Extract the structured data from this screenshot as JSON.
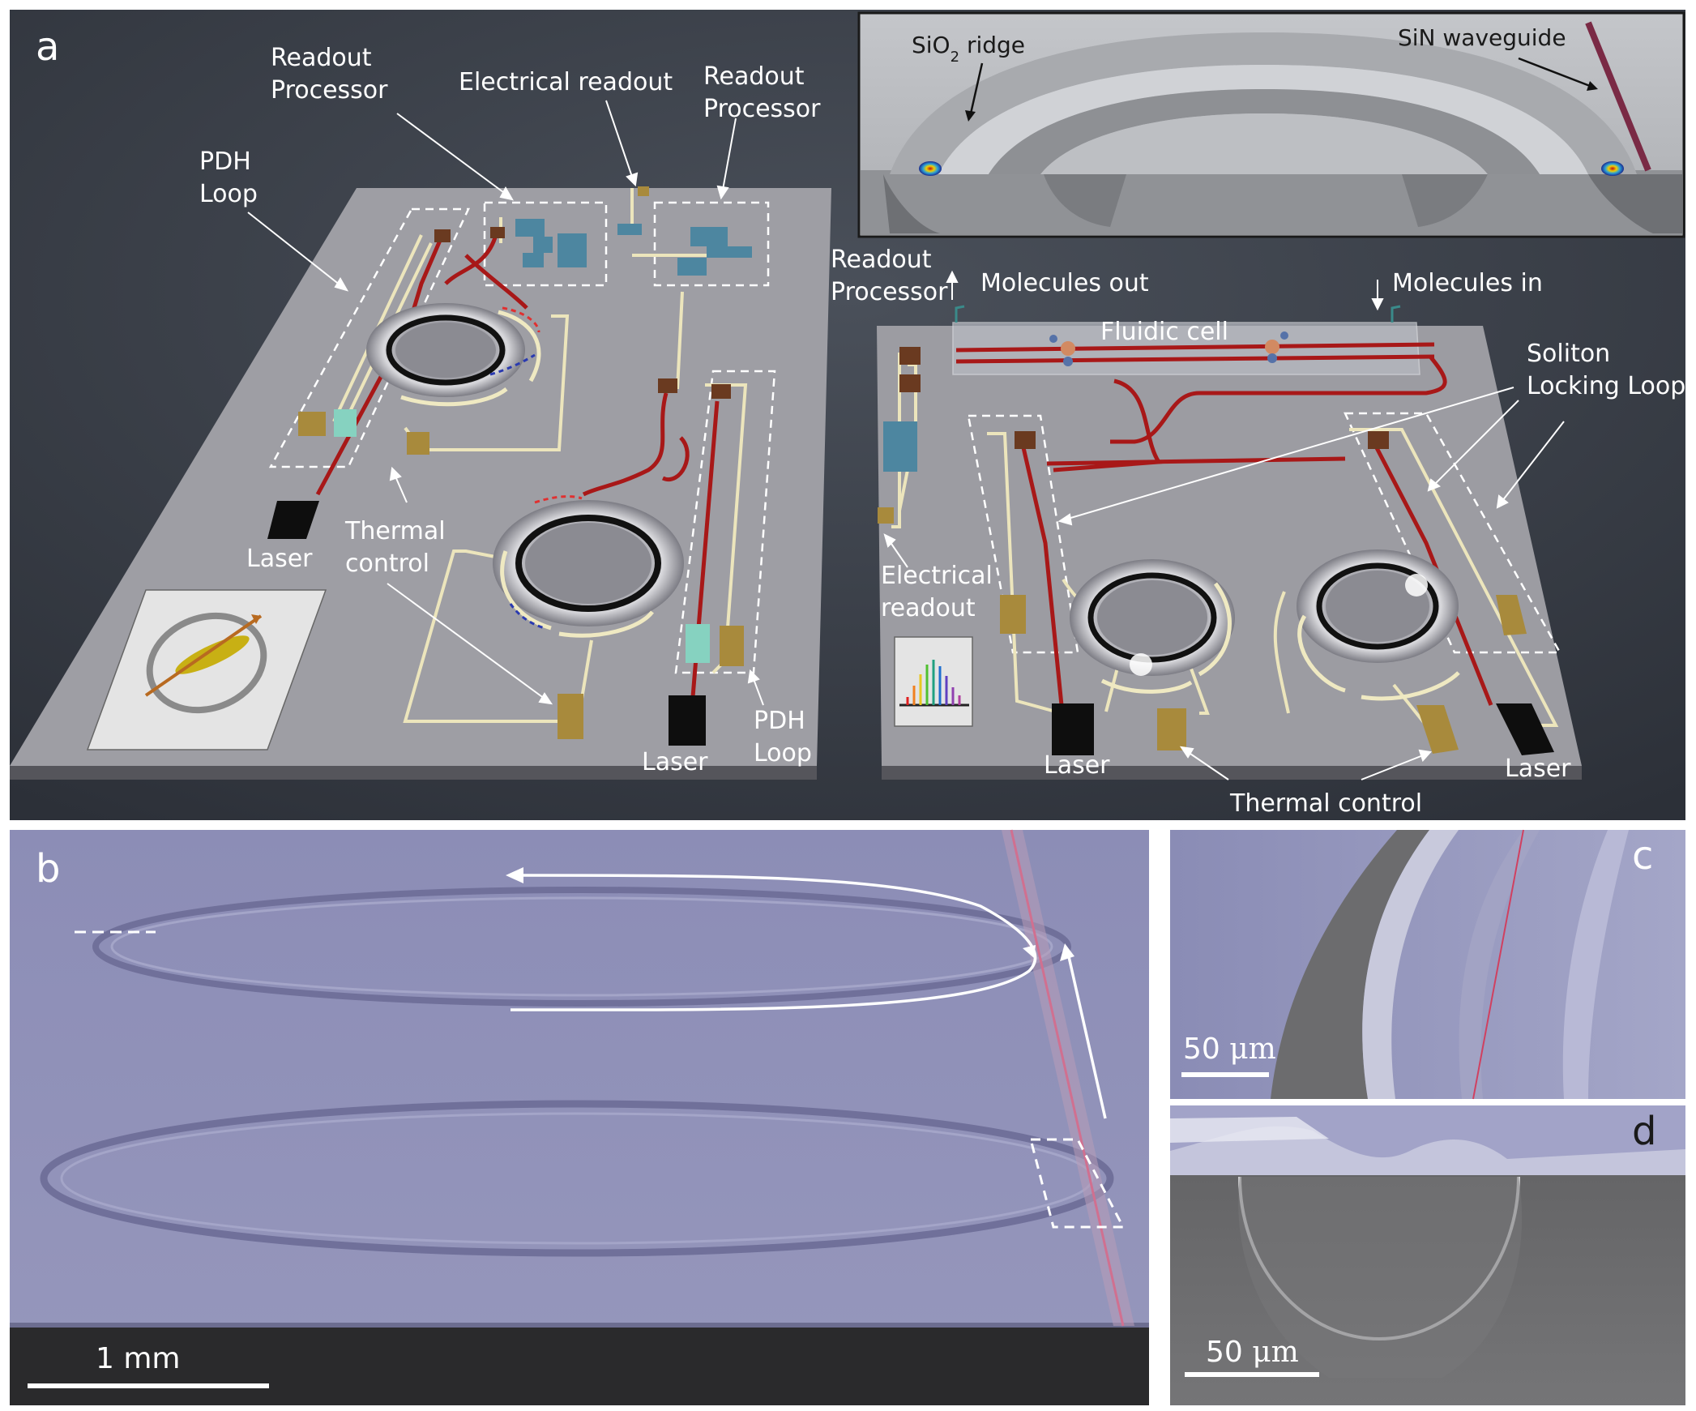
{
  "panels": {
    "a": "a",
    "b": "b",
    "c": "c",
    "d": "d"
  },
  "panel_a": {
    "left_board": {
      "pdh_loop_top_1": "PDH",
      "pdh_loop_top_2": "Loop",
      "readout_processor_left_1": "Readout",
      "readout_processor_left_2": "Processor",
      "electrical_readout": "Electrical readout",
      "readout_processor_right_1": "Readout",
      "readout_processor_right_2": "Processor",
      "laser_left": "Laser",
      "thermal_control_1": "Thermal",
      "thermal_control_2": "control",
      "laser_bottom": "Laser",
      "pdh_loop_bottom_1": "PDH",
      "pdh_loop_bottom_2": "Loop"
    },
    "inset": {
      "sio2_ridge_prefix": "SiO",
      "sio2_ridge_sub": "2",
      "sio2_ridge_suffix": " ridge",
      "sin_waveguide": "SiN waveguide"
    },
    "right_board": {
      "readout_processor_1": "Readout",
      "readout_processor_2": "Processor",
      "molecules_out": "Molecules out",
      "molecules_in": "Molecules in",
      "fluidic_cell": "Fluidic cell",
      "soliton_locking_1": "Soliton",
      "soliton_locking_2": "Locking Loop",
      "electrical_readout_1": "Electrical",
      "electrical_readout_2": "readout",
      "laser_left": "Laser",
      "laser_right": "Laser",
      "thermal_control": "Thermal control"
    }
  },
  "panel_b": {
    "scale": "1 mm"
  },
  "panel_c": {
    "scale_num": "50 ",
    "scale_unit": "μm"
  },
  "panel_d": {
    "scale_num": "50 ",
    "scale_unit": "μm"
  },
  "colors": {
    "background_a": "#3a3f48",
    "board": "#9c9ca2",
    "waveguide": "#a01818",
    "electrical_trace": "#e6dfb8",
    "processor": "#4d86a0",
    "thermal": "#a88a3c",
    "laser": "#101010",
    "sem_lavender": "#8e8fb8",
    "sem_gray": "#6c6c6e"
  }
}
